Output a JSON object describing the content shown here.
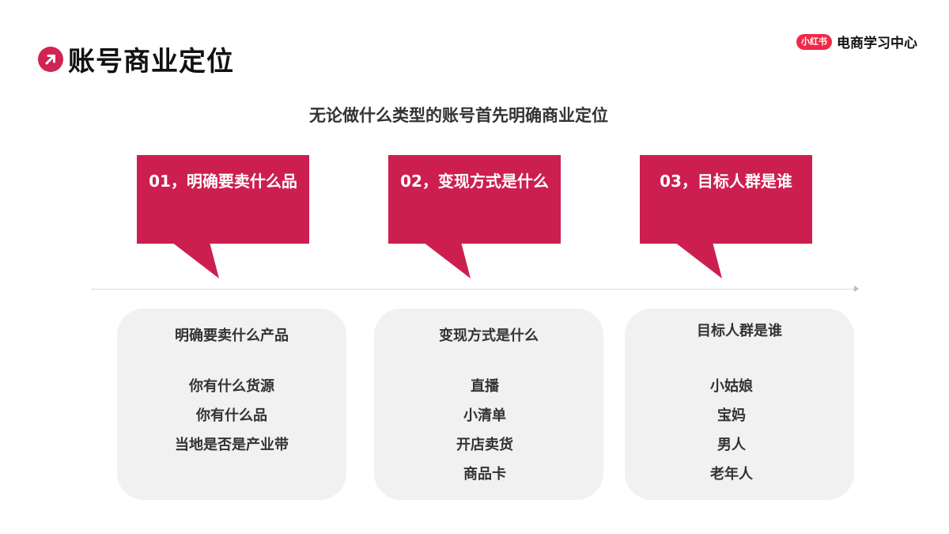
{
  "header": {
    "title": "账号商业定位",
    "title_icon": "arrow-up-right-icon",
    "brand_logo": "小红书",
    "brand_name": "电商学习中心"
  },
  "subtitle": "无论做什么类型的账号首先明确商业定位",
  "colors": {
    "accent": "#cc1f50",
    "brand": "#ee2a48",
    "card_bg": "#f1f1f1",
    "timeline": "#bcbcbc"
  },
  "callouts": [
    {
      "label": "01，明确要卖什么品"
    },
    {
      "label": "02，变现方式是什么"
    },
    {
      "label": "03，目标人群是谁"
    }
  ],
  "cards": [
    {
      "title": "明确要卖什么产品",
      "items": [
        "你有什么货源",
        "你有什么品",
        "当地是否是产业带"
      ]
    },
    {
      "title": "变现方式是什么",
      "items": [
        "直播",
        "小清单",
        "开店卖货",
        "商品卡"
      ]
    },
    {
      "title": "目标人群是谁",
      "items": [
        "小姑娘",
        "宝妈",
        "男人",
        "老年人"
      ]
    }
  ]
}
